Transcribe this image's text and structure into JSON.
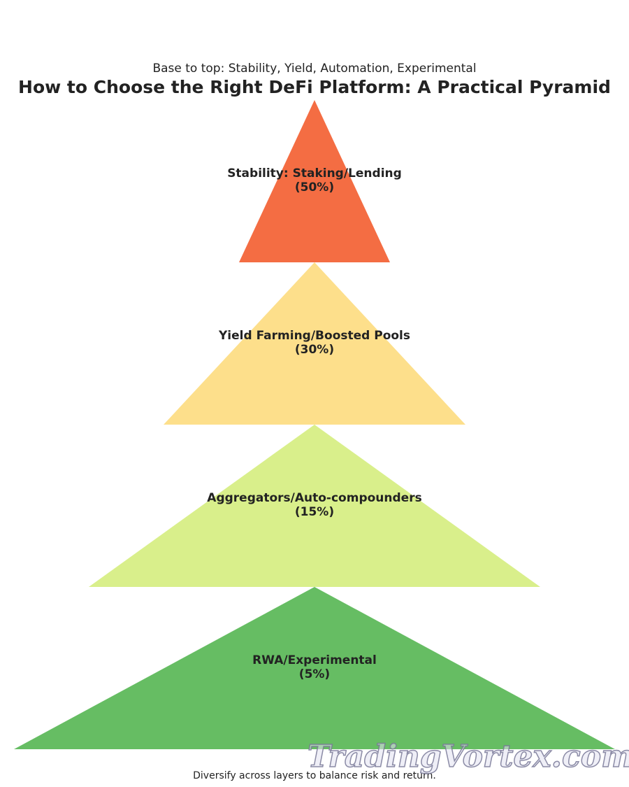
{
  "subtitle": "Base to top: Stability, Yield, Automation, Experimental",
  "title": "How to Choose the Right DeFi Platform: A Practical Pyramid",
  "layers": [
    {
      "name": "Stability: Staking/Lending",
      "percent": "(50%)",
      "color": "#f46d43"
    },
    {
      "name": "Yield Farming/Boosted Pools",
      "percent": "(30%)",
      "color": "#fddf8b"
    },
    {
      "name": "Aggregators/Auto-compounders",
      "percent": "(15%)",
      "color": "#d9ef8b"
    },
    {
      "name": "RWA/Experimental",
      "percent": "(5%)",
      "color": "#66bd63"
    }
  ],
  "footnote": "Diversify across layers to balance risk and return.",
  "watermark": "TradingVortex.com"
}
